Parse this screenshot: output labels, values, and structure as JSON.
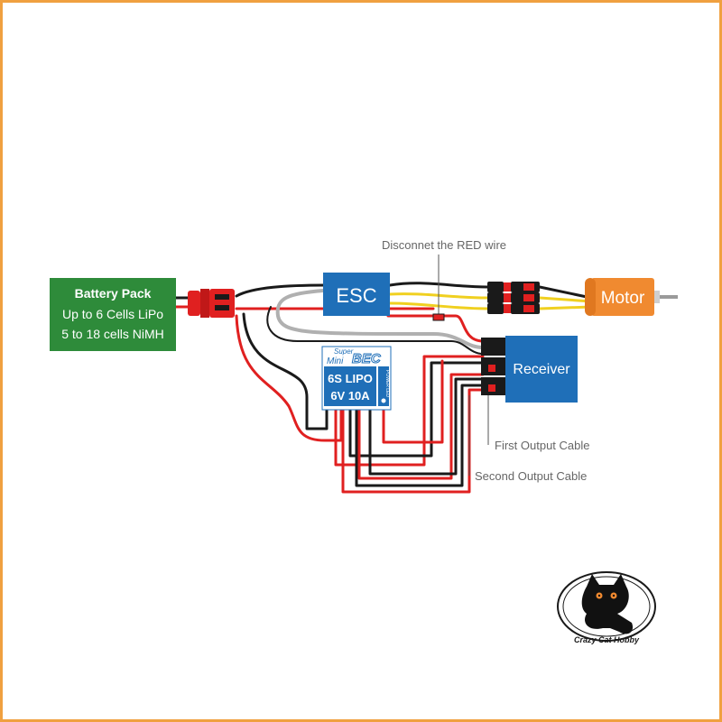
{
  "battery": {
    "title": "Battery Pack",
    "line1": "Up to 6 Cells LiPo",
    "line2": "5 to 18 cells NiMH"
  },
  "esc": {
    "label": "ESC"
  },
  "motor": {
    "label": "Motor"
  },
  "receiver": {
    "label": "Receiver"
  },
  "bec": {
    "brand_small": "Super",
    "brand_mini": "Mini",
    "brand_big": "BEC",
    "spec1": "6S LIPO",
    "spec2": "6V 10A",
    "led_label": "POWER LED"
  },
  "annotations": {
    "disconnect": "Disconnet the RED wire",
    "first_output": "First Output Cable",
    "second_output": "Second Output Cable"
  },
  "logo": {
    "text": "Crazy Cat Hobby"
  },
  "colors": {
    "frame": "#f0a040",
    "battery": "#2e8b3a",
    "esc": "#1f6fb8",
    "receiver": "#1f6fb8",
    "motor": "#f08a30",
    "wire_red": "#e02020",
    "wire_black": "#1a1a1a",
    "wire_yellow": "#f0d020"
  }
}
